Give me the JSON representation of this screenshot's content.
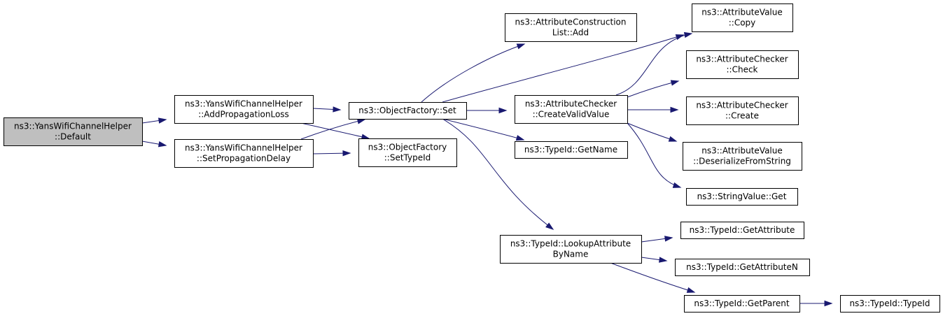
{
  "nodes": [
    {
      "id": "default",
      "lines": [
        "ns3::YansWifiChannelHelper",
        "::Default"
      ],
      "root": true
    },
    {
      "id": "addprop",
      "lines": [
        "ns3::YansWifiChannelHelper",
        "::AddPropagationLoss"
      ]
    },
    {
      "id": "setprop",
      "lines": [
        "ns3::YansWifiChannelHelper",
        "::SetPropagationDelay"
      ]
    },
    {
      "id": "ofset",
      "lines": [
        "ns3::ObjectFactory::Set"
      ]
    },
    {
      "id": "ofsettype",
      "lines": [
        "ns3::ObjectFactory",
        "::SetTypeId"
      ]
    },
    {
      "id": "aclAdd",
      "lines": [
        "ns3::AttributeConstruction",
        "List::Add"
      ]
    },
    {
      "id": "acCreateValid",
      "lines": [
        "ns3::AttributeChecker",
        "::CreateValidValue"
      ]
    },
    {
      "id": "tidGetName",
      "lines": [
        "ns3::TypeId::GetName"
      ]
    },
    {
      "id": "tidLookup",
      "lines": [
        "ns3::TypeId::LookupAttribute",
        "ByName"
      ]
    },
    {
      "id": "avCopy",
      "lines": [
        "ns3::AttributeValue",
        "::Copy"
      ]
    },
    {
      "id": "acCheck",
      "lines": [
        "ns3::AttributeChecker",
        "::Check"
      ]
    },
    {
      "id": "acCreate",
      "lines": [
        "ns3::AttributeChecker",
        "::Create"
      ]
    },
    {
      "id": "avDeser",
      "lines": [
        "ns3::AttributeValue",
        "::DeserializeFromString"
      ]
    },
    {
      "id": "svGet",
      "lines": [
        "ns3::StringValue::Get"
      ]
    },
    {
      "id": "tidGetAttr",
      "lines": [
        "ns3::TypeId::GetAttribute"
      ]
    },
    {
      "id": "tidGetAttrN",
      "lines": [
        "ns3::TypeId::GetAttributeN"
      ]
    },
    {
      "id": "tidGetParent",
      "lines": [
        "ns3::TypeId::GetParent"
      ]
    },
    {
      "id": "tidTypeId",
      "lines": [
        "ns3::TypeId::TypeId"
      ]
    }
  ],
  "edges": [
    {
      "from": "default",
      "to": "addprop"
    },
    {
      "from": "default",
      "to": "setprop"
    },
    {
      "from": "addprop",
      "to": "ofset"
    },
    {
      "from": "addprop",
      "to": "ofsettype"
    },
    {
      "from": "setprop",
      "to": "ofset"
    },
    {
      "from": "setprop",
      "to": "ofsettype"
    },
    {
      "from": "ofset",
      "to": "aclAdd"
    },
    {
      "from": "ofset",
      "to": "avCopy"
    },
    {
      "from": "ofset",
      "to": "acCreateValid"
    },
    {
      "from": "ofset",
      "to": "tidGetName"
    },
    {
      "from": "ofset",
      "to": "tidLookup"
    },
    {
      "from": "acCreateValid",
      "to": "avCopy"
    },
    {
      "from": "acCreateValid",
      "to": "acCheck"
    },
    {
      "from": "acCreateValid",
      "to": "acCreate"
    },
    {
      "from": "acCreateValid",
      "to": "avDeser"
    },
    {
      "from": "acCreateValid",
      "to": "svGet"
    },
    {
      "from": "tidLookup",
      "to": "tidGetAttr"
    },
    {
      "from": "tidLookup",
      "to": "tidGetAttrN"
    },
    {
      "from": "tidLookup",
      "to": "tidGetParent"
    },
    {
      "from": "tidGetParent",
      "to": "tidTypeId"
    }
  ]
}
